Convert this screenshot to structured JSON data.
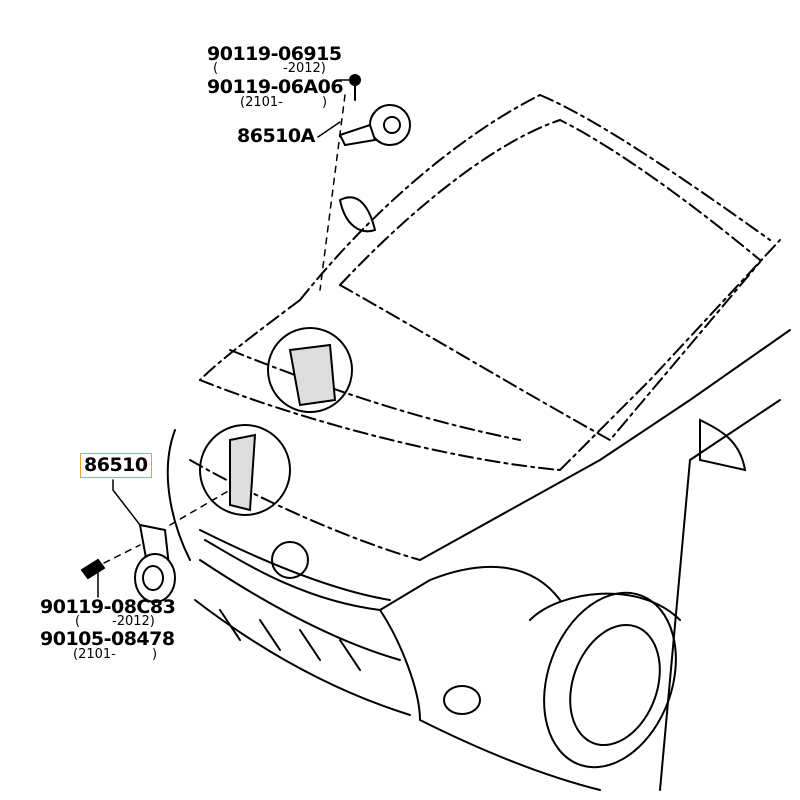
{
  "parts": {
    "bolt_top_a": "90119-06915",
    "bolt_top_a_range": "-2012)",
    "bolt_top_a_open": "(",
    "bolt_top_b": "90119-06A06",
    "bolt_top_b_range": "(2101-",
    "bolt_top_b_close": ")",
    "horn_high": "86510A",
    "horn_low": "86510",
    "bolt_bottom_a": "90119-08C83",
    "bolt_bottom_a_range": "-2012)",
    "bolt_bottom_a_open": "(",
    "bolt_bottom_b": "90105-08478",
    "bolt_bottom_b_range": "(2101-",
    "bolt_bottom_b_close": ")"
  },
  "colors": {
    "highlight": "#f0a030",
    "line": "#000000"
  }
}
